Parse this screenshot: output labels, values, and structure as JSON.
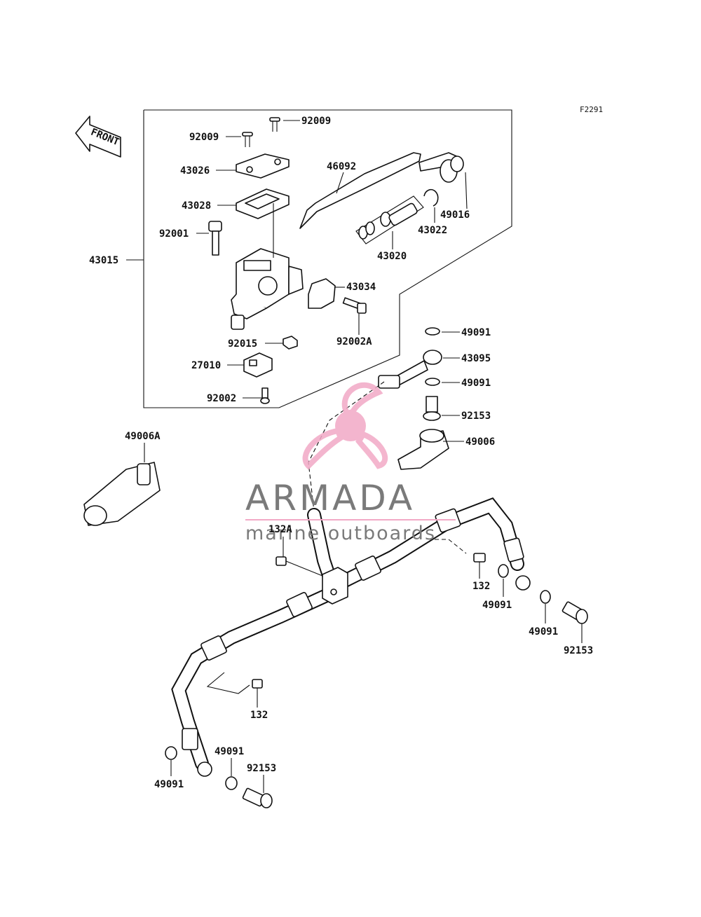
{
  "figure_code": "F2291",
  "front_label": "FRONT",
  "parts": {
    "p92009a": "92009",
    "p92009b": "92009",
    "p43026": "43026",
    "p43028": "43028",
    "p92001": "92001",
    "p43015": "43015",
    "p46092": "46092",
    "p49016": "49016",
    "p43022": "43022",
    "p43020": "43020",
    "p43034": "43034",
    "p92002A": "92002A",
    "p92015": "92015",
    "p27010": "27010",
    "p92002": "92002",
    "p49091a": "49091",
    "p43095": "43095",
    "p49091b": "49091",
    "p92153a": "92153",
    "p49006": "49006",
    "p49006A": "49006A",
    "p132A": "132A",
    "p132a": "132",
    "p49091c": "49091",
    "p49091d": "49091",
    "p92153b": "92153",
    "p132b": "132",
    "p49091e": "49091",
    "p49091f": "49091",
    "p92153c": "92153"
  },
  "watermark": {
    "brand": "ARMADA",
    "tagline": "marine outboards",
    "color_primary": "#f2a9c6",
    "color_text": "#7a7a7a"
  }
}
